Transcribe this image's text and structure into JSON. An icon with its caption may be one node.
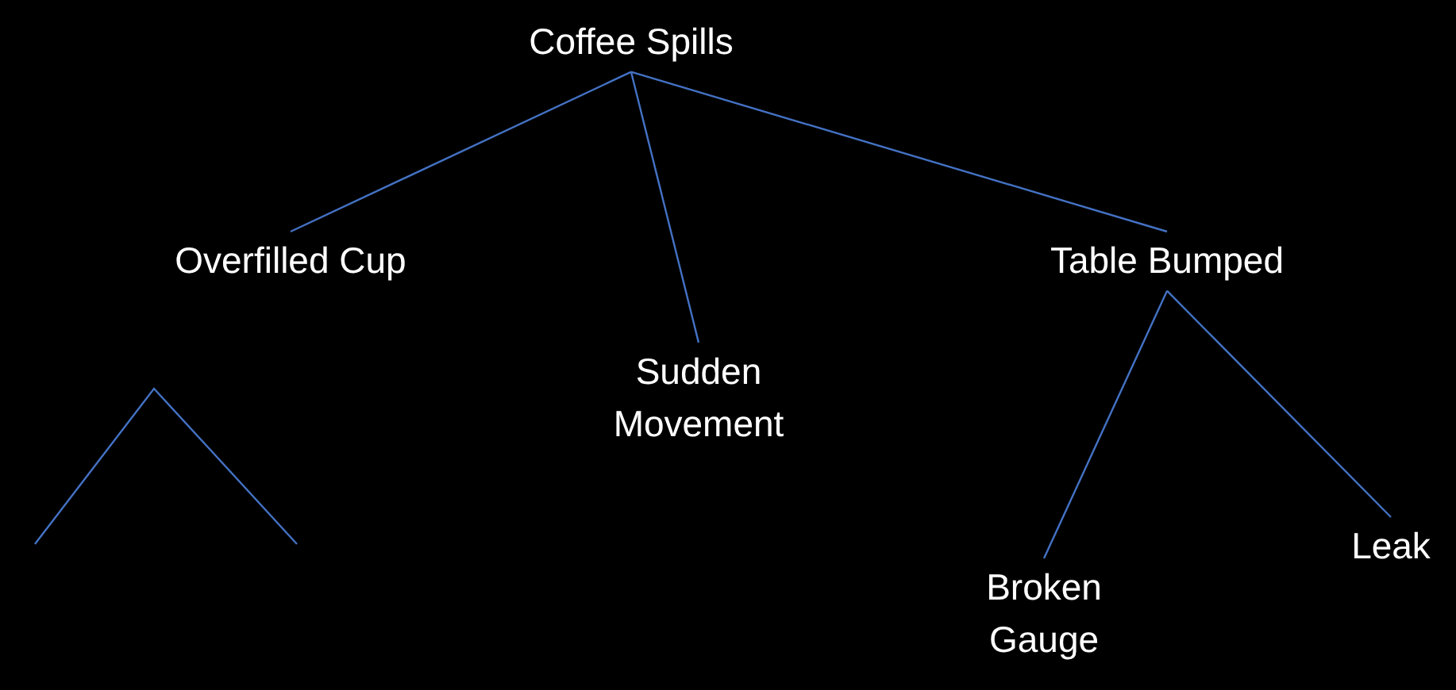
{
  "diagram": {
    "nodes": [
      {
        "text": [
          "Coffee Spills"
        ]
      },
      {
        "text": [
          "Overfilled Cup"
        ]
      },
      {
        "text": [
          "Sudden Movement"
        ]
      },
      {
        "text": [
          "Table Bumped"
        ]
      },
      {
        "text": [
          "Broken Gauge"
        ]
      },
      {
        "text": [
          "Leak"
        ]
      }
    ],
    "edges": [
      {
        "from": 0,
        "to": 1,
        "arrow": "none"
      },
      {
        "from": 0,
        "to": 2,
        "arrow": "none"
      },
      {
        "from": 0,
        "to": 3,
        "arrow": "none"
      },
      {
        "from": 3,
        "to": 4,
        "arrow": "none"
      },
      {
        "from": 3,
        "to": 5,
        "arrow": "none"
      }
    ]
  }
}
